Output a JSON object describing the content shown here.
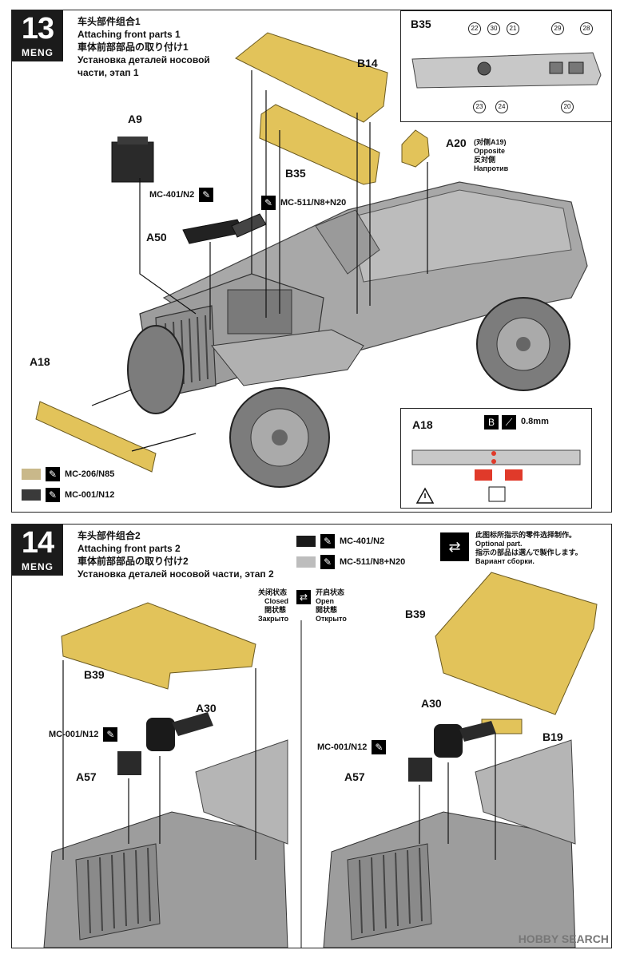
{
  "step13": {
    "number": "13",
    "brand": "MENG",
    "title_cn": "车头部件组合1",
    "title_en": "Attaching front parts 1",
    "title_jp": "車体前部部品の取り付け1",
    "title_ru": "Установка деталей носовой",
    "title_ru2": "части, этап 1",
    "parts": {
      "a9": "A9",
      "a50": "A50",
      "a18": "A18",
      "a20": "A20",
      "b14": "B14",
      "b35": "B35"
    },
    "a20_note_cn": "(对侧A19)",
    "a20_note_en": "Opposite",
    "a20_note_jp": "反対側",
    "a20_note_ru": "Напротив",
    "paint_a50": "MC-401/N2",
    "paint_arm": "MC-511/N8+N20",
    "legend": [
      {
        "swatch": "#c9b88a",
        "code": "MC-206/N85"
      },
      {
        "swatch": "#3a3a3a",
        "code": "MC-001/N12"
      }
    ],
    "inset_b35": {
      "label": "B35",
      "top_numbers": [
        "22",
        "30",
        "21",
        "29",
        "28"
      ],
      "bottom_numbers": [
        "23",
        "24",
        "20"
      ]
    },
    "inset_a18": {
      "label": "A18",
      "drill_label": "B",
      "drill_size": "0.8mm"
    }
  },
  "step14": {
    "number": "14",
    "brand": "MENG",
    "title_cn": "车头部件组合2",
    "title_en": "Attaching front parts 2",
    "title_jp": "車体前部部品の取り付け2",
    "title_ru": "Установка деталей носовой части, этап 2",
    "paints": [
      {
        "swatch": "#1a1a1a",
        "code": "MC-401/N2"
      },
      {
        "swatch": "#bdbdbd",
        "code": "MC-511/N8+N20"
      }
    ],
    "optional_cn": "此图标所指示的零件选择制作。",
    "optional_en": "Optional part.",
    "optional_jp": "指示の部品は選んで製作します。",
    "optional_ru": "Вариант сборки.",
    "closed_cn": "关闭状态",
    "closed_en": "Closed",
    "closed_jp": "閉状態",
    "closed_ru": "Закрыто",
    "open_cn": "开启状态",
    "open_en": "Open",
    "open_jp": "開状態",
    "open_ru": "Открыто",
    "parts_left": {
      "b39": "B39",
      "a30": "A30",
      "a57": "A57",
      "paint": "MC-001/N12"
    },
    "parts_right": {
      "b39": "B39",
      "a30": "A30",
      "a57": "A57",
      "b19": "B19",
      "paint": "MC-001/N12"
    }
  },
  "watermark": "HOBBY SEARCH",
  "colors": {
    "yellow": "#e2c35a",
    "grey": "#9c9c9c",
    "red": "#e03a2a",
    "dark": "#2a2a2a"
  }
}
